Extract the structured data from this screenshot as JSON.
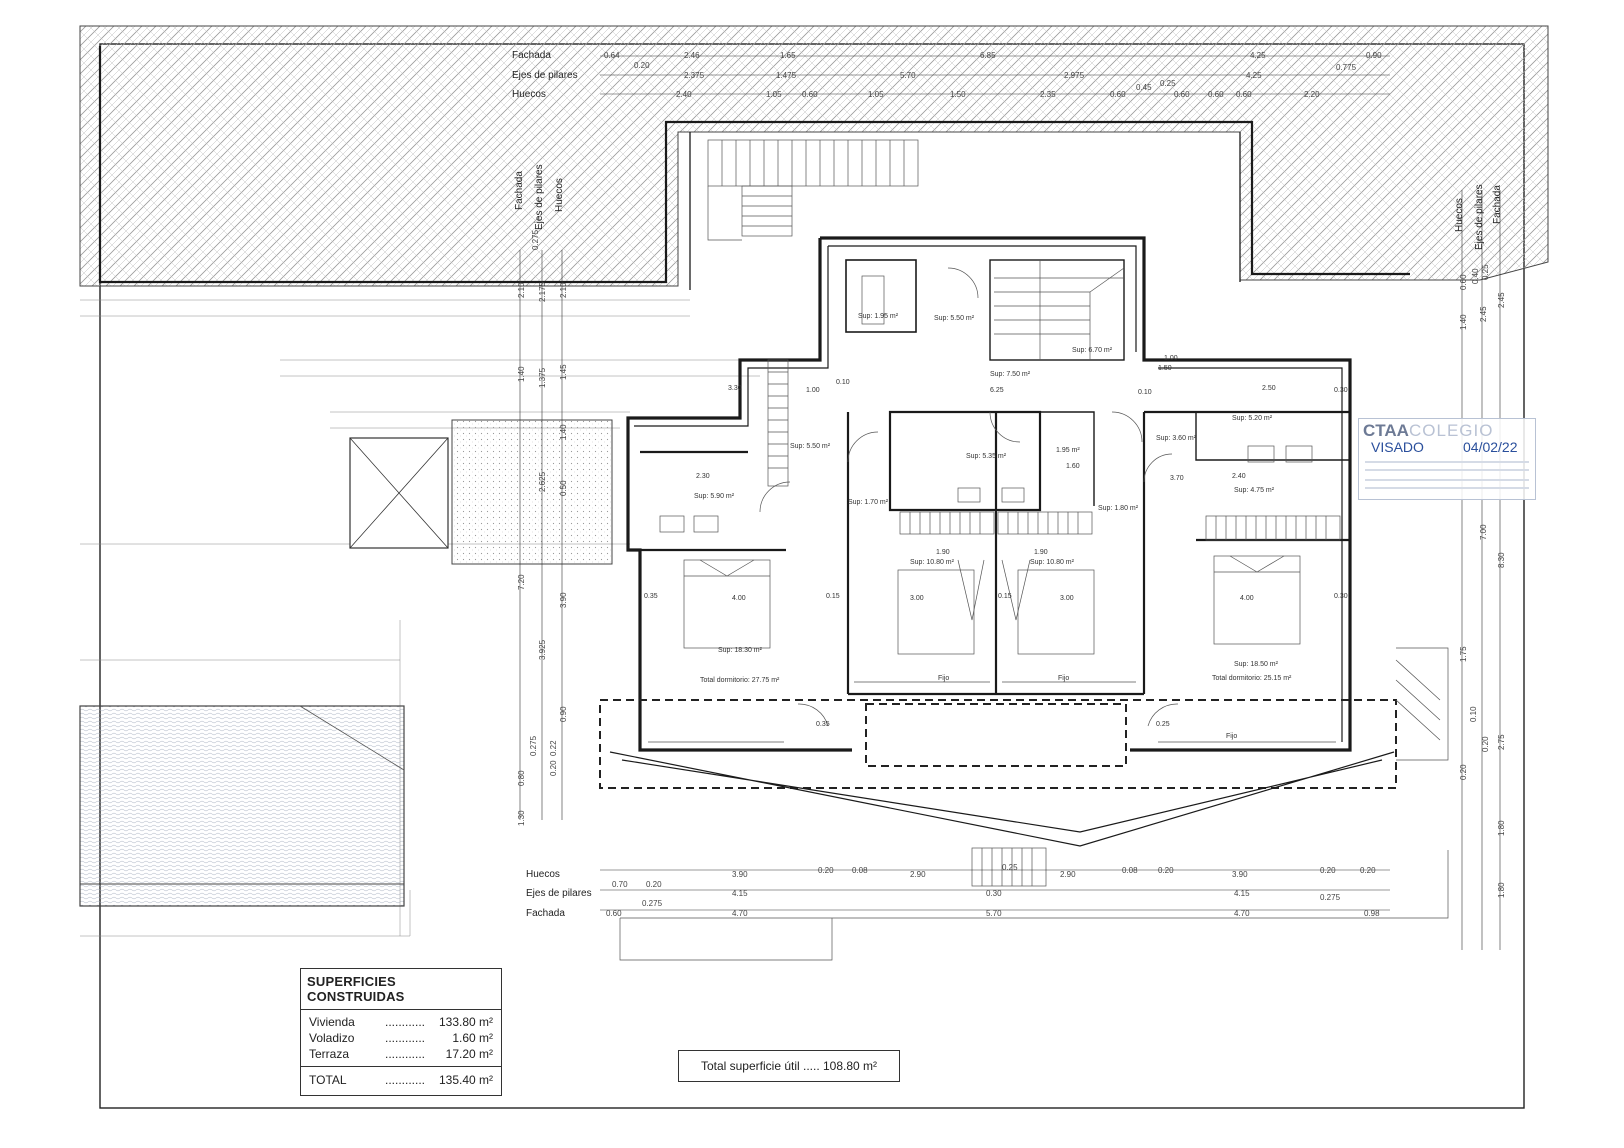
{
  "dimension_labels": {
    "fachada": "Fachada",
    "ejes_de_pilares": "Ejes de pilares",
    "huecos": "Huecos"
  },
  "top_dims": {
    "fachada": [
      "0.64",
      "2.46",
      "1.65",
      "6.85",
      "4.25",
      "0.90"
    ],
    "ejes": [
      "0.20",
      "2.375",
      "1.475",
      "5.70",
      "2.975",
      "4.25",
      "0.775"
    ],
    "huecos": [
      "2.40",
      "1.05",
      "0.60",
      "1.05",
      "1.50",
      "2.35",
      "0.60",
      "0.45",
      "0.25",
      "0.60",
      "0.60",
      "0.60",
      "2.20"
    ]
  },
  "bottom_dims": {
    "huecos": [
      "3.90",
      "0.20",
      "0.08",
      "2.90",
      "0.25",
      "2.90",
      "0.08",
      "0.20",
      "3.90",
      "0.20",
      "0.20"
    ],
    "ejes": [
      "0.70",
      "0.20",
      "4.15",
      "0.30",
      "4.15",
      "0.275"
    ],
    "fachada": [
      "0.60",
      "0.275",
      "4.70",
      "5.70",
      "4.70",
      "0.98"
    ]
  },
  "left_dims": [
    "0.275",
    "2.10",
    "2.175",
    "2.10",
    "1.40",
    "1.375",
    "1.45",
    "1.40",
    "2.625",
    "0.50",
    "7.20",
    "3.90",
    "3.925",
    "0.90",
    "0.275",
    "0.22",
    "0.80",
    "0.20",
    "1.30"
  ],
  "right_dims": [
    "0.60",
    "0.40",
    "0.25",
    "1.40",
    "2.45",
    "2.45",
    "7.00",
    "8.30",
    "1.75",
    "0.10",
    "0.20",
    "2.75",
    "0.20",
    "1.80",
    "1.80"
  ],
  "rooms": [
    {
      "area": "Sup: 1.95 m²"
    },
    {
      "area": "Sup: 5.50 m²"
    },
    {
      "area": "Sup: 6.70 m²"
    },
    {
      "area": "Sup: 7.50 m²"
    },
    {
      "area": "Sup: 5.50 m²"
    },
    {
      "area": "Sup: 5.90 m²"
    },
    {
      "area": "Sup: 5.35 m²"
    },
    {
      "area": "1.95 m²"
    },
    {
      "area": "Sup: 3.60 m²"
    },
    {
      "area": "Sup: 5.20 m²"
    },
    {
      "area": "Sup: 4.75 m²"
    },
    {
      "area": "Sup: 1.70 m²"
    },
    {
      "area": "Sup: 1.80 m²"
    },
    {
      "area": "Sup: 10.80 m²"
    },
    {
      "area": "Sup: 10.80 m²"
    },
    {
      "area": "Sup: 18.30 m²"
    },
    {
      "area": "Sup: 18.50 m²"
    },
    {
      "area": "Total dormitorio: 27.75 m²"
    },
    {
      "area": "Total dormitorio: 25.15 m²"
    }
  ],
  "interior_dims": [
    "3.30",
    "0.10",
    "1.00",
    "6.25",
    "0.10",
    "2.50",
    "0.30",
    "2.30",
    "1.50",
    "4.00",
    "0.35",
    "3.00",
    "0.15",
    "3.00",
    "0.15",
    "4.00",
    "0.30",
    "1.90",
    "1.90",
    "2.40",
    "1.60",
    "3.70",
    "1.00",
    "0.25",
    "0.35",
    "Fijo",
    "Fijo",
    "Fijo"
  ],
  "surfaces": {
    "title": "SUPERFICIES CONSTRUIDAS",
    "rows": [
      {
        "name": "Vivienda",
        "dots": "............",
        "value": "133.80 m²"
      },
      {
        "name": "Voladizo",
        "dots": "............",
        "value": "1.60 m²"
      },
      {
        "name": "Terraza",
        "dots": "............",
        "value": "17.20 m²"
      }
    ],
    "total": {
      "name": "TOTAL",
      "dots": "............",
      "value": "135.40 m²"
    }
  },
  "useful_surface": "Total superficie útil ..... 108.80 m²",
  "stamp": {
    "org": "CTAA",
    "org_name": "COLEGIO",
    "visado": "VISADO",
    "date": "04/02/22"
  }
}
